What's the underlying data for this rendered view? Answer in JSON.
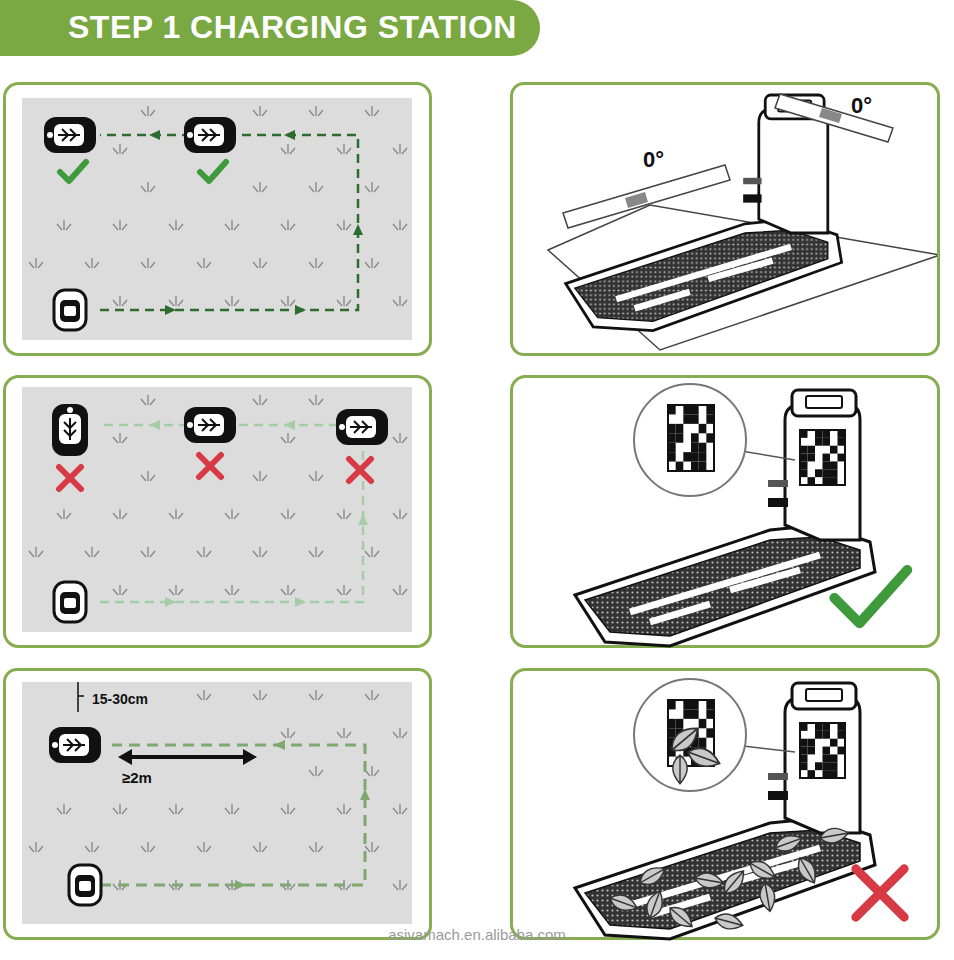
{
  "diagram": {
    "title": "STEP 1 CHARGING STATION",
    "nodes": [
      {
        "text": [
          "0°",
          "0°"
        ]
      },
      {
        "text": [
          "15-30cm",
          "≥2m"
        ]
      }
    ],
    "labels": [
      "asivamach.en.alibaba.com"
    ]
  }
}
